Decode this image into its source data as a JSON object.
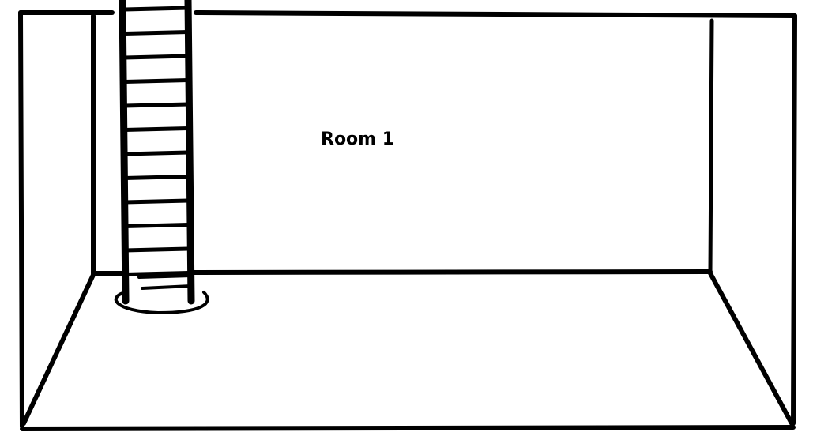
{
  "room": {
    "label": "Room 1"
  },
  "objects": {
    "ladder_rungs": 12,
    "floor_hole": "ellipse-hole"
  },
  "colors": {
    "stroke": "#000000",
    "background": "#ffffff"
  }
}
